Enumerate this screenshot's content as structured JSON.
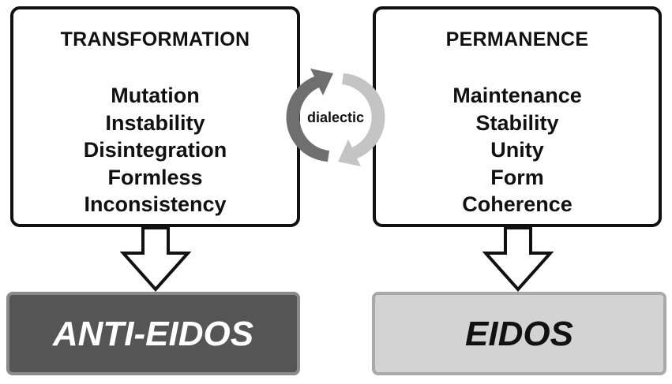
{
  "left_box": {
    "title": "TRANSFORMATION",
    "items": [
      "Mutation",
      "Instability",
      "Disintegration",
      "Formless",
      "Inconsistency"
    ]
  },
  "right_box": {
    "title": "PERMANENCE",
    "items": [
      "Maintenance",
      "Stability",
      "Unity",
      "Form",
      "Coherence"
    ]
  },
  "cycle": {
    "label": "dialectic",
    "colors": {
      "dark_arc": "#6f6f6f",
      "light_arc": "#c4c4c4"
    }
  },
  "results": {
    "left": "ANTI-EIDOS",
    "right": "EIDOS"
  },
  "colors": {
    "border": "#111111",
    "anti_eidos_fill": "#555555",
    "eidos_fill": "#d3d3d3"
  }
}
